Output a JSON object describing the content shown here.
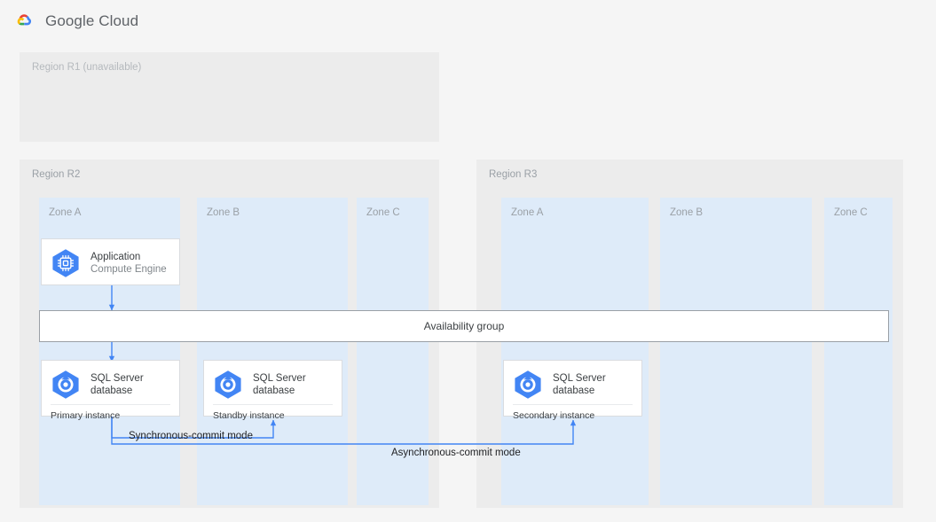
{
  "header": {
    "logo_icon": "google-cloud-logo-icon",
    "brand": "Google Cloud"
  },
  "colors": {
    "page_background": "#f5f5f5",
    "region_background": "#ececec",
    "zone_background": "#deebf9",
    "card_background": "#ffffff",
    "card_border": "#dadce0",
    "accent_blue": "#4285f4",
    "icon_blue": "#4285f4",
    "label_gray": "#9aa0a6",
    "text_dark": "#3c4043"
  },
  "regions": [
    {
      "id": "r1",
      "label": "Region R1 (unavailable)",
      "unavailable": true,
      "zones": []
    },
    {
      "id": "r2",
      "label": "Region R2",
      "unavailable": false,
      "zones": [
        {
          "id": "r2-zone-a",
          "label": "Zone A"
        },
        {
          "id": "r2-zone-b",
          "label": "Zone B"
        },
        {
          "id": "r2-zone-c",
          "label": "Zone C"
        }
      ]
    },
    {
      "id": "r3",
      "label": "Region R3",
      "unavailable": false,
      "zones": [
        {
          "id": "r3-zone-a",
          "label": "Zone A"
        },
        {
          "id": "r3-zone-b",
          "label": "Zone B"
        },
        {
          "id": "r3-zone-c",
          "label": "Zone C"
        }
      ]
    }
  ],
  "cards": [
    {
      "id": "application",
      "icon": "compute-engine-icon",
      "title": "Application",
      "subtitle": "Compute Engine",
      "footer": null
    },
    {
      "id": "primary-db",
      "icon": "sql-server-database-icon",
      "title": "SQL Server\ndatabase",
      "subtitle": null,
      "footer": "Primary instance"
    },
    {
      "id": "standby-db",
      "icon": "sql-server-database-icon",
      "title": "SQL Server\ndatabase",
      "subtitle": null,
      "footer": "Standby instance"
    },
    {
      "id": "secondary-db",
      "icon": "sql-server-database-icon",
      "title": "SQL Server\ndatabase",
      "subtitle": null,
      "footer": "Secondary instance"
    }
  ],
  "availability_group": {
    "label": "Availability group"
  },
  "connectors": [
    {
      "id": "sync",
      "label": "Synchronous-commit mode"
    },
    {
      "id": "async",
      "label": "Asynchronous-commit mode"
    }
  ]
}
